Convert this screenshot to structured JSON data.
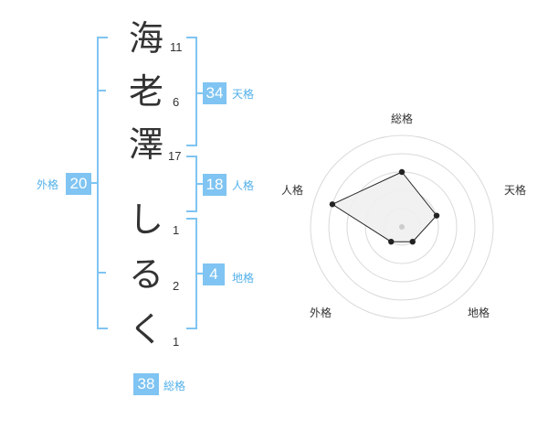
{
  "name": {
    "chars": [
      {
        "char": "海",
        "strokes": "11"
      },
      {
        "char": "老",
        "strokes": "6"
      },
      {
        "char": "澤",
        "strokes": "17"
      },
      {
        "char": "し",
        "strokes": "1"
      },
      {
        "char": "る",
        "strokes": "2"
      },
      {
        "char": "く",
        "strokes": "1"
      }
    ]
  },
  "fortunes": {
    "tenkaku": {
      "value": "34",
      "label": "天格"
    },
    "jinkaku": {
      "value": "18",
      "label": "人格"
    },
    "chikaku": {
      "value": "4",
      "label": "地格"
    },
    "gaikaku": {
      "value": "20",
      "label": "外格"
    },
    "soukaku": {
      "value": "38",
      "label": "総格"
    }
  },
  "radar": {
    "axes": [
      "総格",
      "天格",
      "地格",
      "外格",
      "人格"
    ],
    "values": [
      3,
      2,
      1,
      1,
      4
    ],
    "max": 5,
    "accent": "#7fc4f2"
  }
}
